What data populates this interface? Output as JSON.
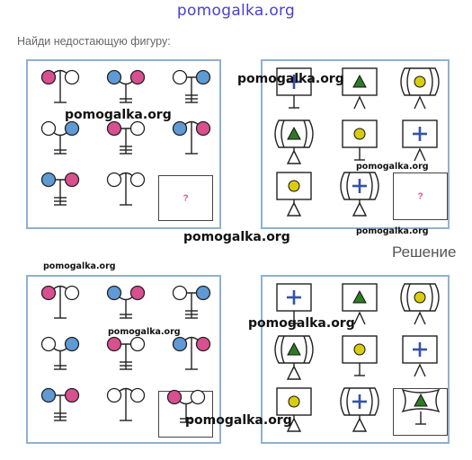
{
  "header": {
    "site_name": "pomogalka.org"
  },
  "instruction": "Найди недостающую фигуру:",
  "solution_label": "Решение",
  "question_mark": "?",
  "watermark": "pomogalka.org",
  "colors": {
    "pink": "#d8508f",
    "blue": "#5f9ad4",
    "white": "#ffffff",
    "panel_border": "#8fb0d2",
    "triangle_green": "#2f7a25",
    "circle_yellow": "#d8cc12",
    "plus_blue": "#3552a8"
  },
  "left_puzzle": {
    "rows": [
      [
        {
          "left": "pink",
          "right": "white",
          "bars": 1,
          "arc": "up"
        },
        {
          "left": "blue",
          "right": "pink",
          "bars": 2,
          "arc": "down"
        },
        {
          "left": "white",
          "right": "blue",
          "bars": 3,
          "arc": "flat"
        }
      ],
      [
        {
          "left": "white",
          "right": "blue",
          "bars": 2,
          "arc": "down"
        },
        {
          "left": "pink",
          "right": "white",
          "bars": 3,
          "arc": "flat"
        },
        {
          "left": "blue",
          "right": "pink",
          "bars": 1,
          "arc": "up"
        }
      ],
      [
        {
          "left": "blue",
          "right": "pink",
          "bars": 3,
          "arc": "flat"
        },
        {
          "left": "white",
          "right": "white",
          "bars": 1,
          "arc": "up"
        },
        null
      ]
    ],
    "answer": {
      "left": "pink",
      "right": "white",
      "bars": 2,
      "arc": "down"
    }
  },
  "right_puzzle": {
    "rows": [
      [
        {
          "frame": "square",
          "content": "plus",
          "base": "stem"
        },
        {
          "frame": "square",
          "content": "triangle",
          "base": "vee"
        },
        {
          "frame": "barrel",
          "content": "circle",
          "base": "vee"
        }
      ],
      [
        {
          "frame": "barrel",
          "content": "triangle",
          "base": "triangle"
        },
        {
          "frame": "square",
          "content": "circle",
          "base": "stem"
        },
        {
          "frame": "square",
          "content": "plus",
          "base": "vee"
        }
      ],
      [
        {
          "frame": "square",
          "content": "circle",
          "base": "triangle"
        },
        {
          "frame": "barrel",
          "content": "plus",
          "base": "triangle"
        },
        null
      ]
    ],
    "answer": {
      "frame": "concave",
      "content": "triangle",
      "base": "stem"
    }
  }
}
